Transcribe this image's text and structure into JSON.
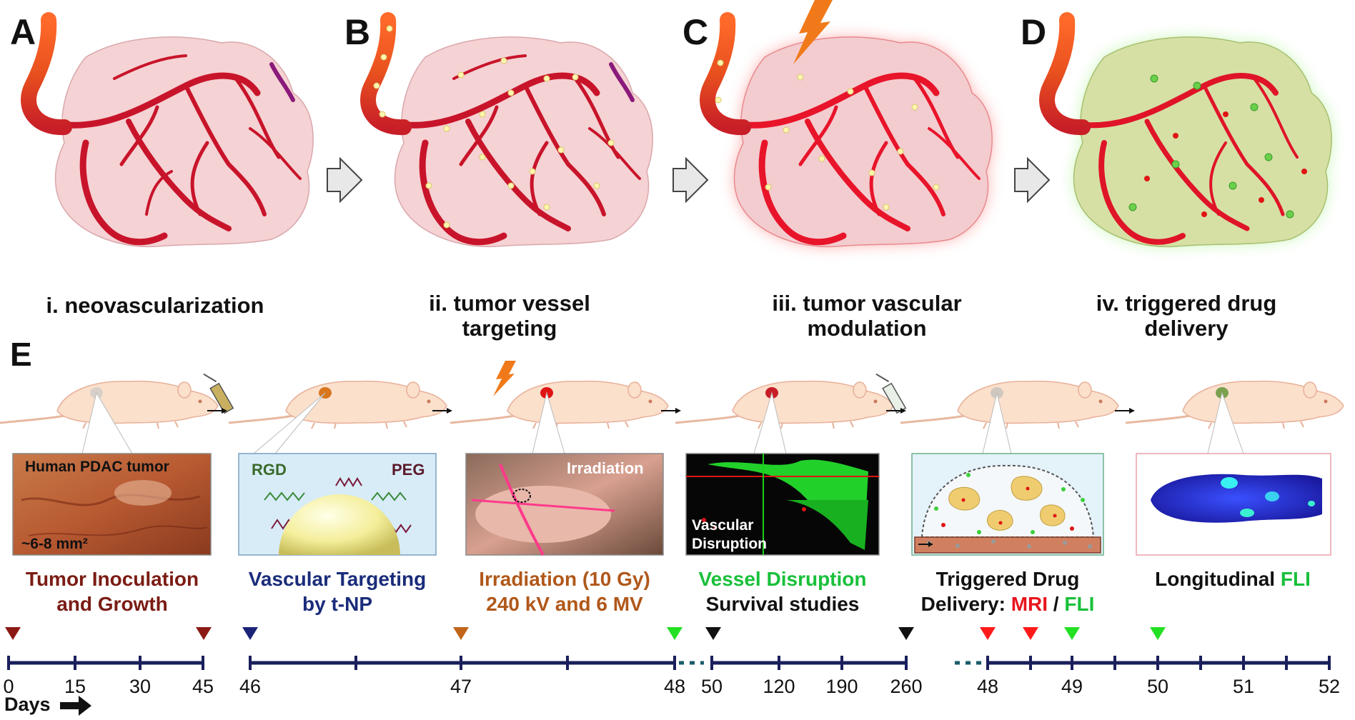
{
  "panels": [
    {
      "letter": "A",
      "caption_lines": [
        "i. neovascularization"
      ],
      "tint": "#f5d2d4",
      "vessel": "#d2142d",
      "glow": ""
    },
    {
      "letter": "B",
      "caption_lines": [
        "ii. tumor vessel",
        "targeting"
      ],
      "tint": "#f5d2d4",
      "vessel": "#d2142d",
      "glow": ""
    },
    {
      "letter": "C",
      "caption_lines": [
        "iii. tumor vascular",
        "modulation"
      ],
      "tint": "#f3cccf",
      "vessel": "#e8142a",
      "glow": "#ff5a5a"
    },
    {
      "letter": "D",
      "caption_lines": [
        "iv. triggered drug",
        "delivery"
      ],
      "tint": "#d6e0a5",
      "vessel": "#e01428",
      "glow": "#8fe06a"
    }
  ],
  "section_e": {
    "letter": "E"
  },
  "stages": [
    {
      "id": "inoculation",
      "inset_labels": [
        "Human PDAC tumor",
        "~6-8 mm²"
      ],
      "caption_lines": [
        {
          "parts": [
            {
              "text": "Tumor Inoculation",
              "color": "#7a1c14"
            }
          ]
        },
        {
          "parts": [
            {
              "text": "and Growth",
              "color": "#7a1c14"
            }
          ]
        }
      ]
    },
    {
      "id": "targeting",
      "inset_labels": [
        "RGD",
        "PEG"
      ],
      "caption_lines": [
        {
          "parts": [
            {
              "text": "Vascular Targeting",
              "color": "#1a2c7a"
            }
          ]
        },
        {
          "parts": [
            {
              "text": "by t-NP",
              "color": "#1a2c7a"
            }
          ]
        }
      ]
    },
    {
      "id": "irradiation",
      "inset_labels": [
        "Irradiation"
      ],
      "caption_lines": [
        {
          "parts": [
            {
              "text": "Irradiation (10 Gy)",
              "color": "#b0581a"
            }
          ]
        },
        {
          "parts": [
            {
              "text": "240 kV and 6 MV",
              "color": "#b0581a"
            }
          ]
        }
      ]
    },
    {
      "id": "disruption",
      "inset_labels": [
        "Vascular",
        "Disruption"
      ],
      "caption_lines": [
        {
          "parts": [
            {
              "text": "Vessel Disruption",
              "color": "#18c03a"
            }
          ]
        },
        {
          "parts": [
            {
              "text": "Survival studies",
              "color": "#111111"
            }
          ]
        }
      ]
    },
    {
      "id": "delivery",
      "inset_labels": [],
      "caption_lines": [
        {
          "parts": [
            {
              "text": "Triggered Drug",
              "color": "#111111"
            }
          ]
        },
        {
          "parts": [
            {
              "text": "Delivery: ",
              "color": "#111111"
            },
            {
              "text": "MRI",
              "color": "#e8141e"
            },
            {
              "text": " / ",
              "color": "#111111"
            },
            {
              "text": "FLI",
              "color": "#18c03a"
            }
          ]
        }
      ]
    },
    {
      "id": "longitudinal",
      "inset_labels": [],
      "caption_lines": [
        {
          "parts": [
            {
              "text": "Longitudinal ",
              "color": "#111111"
            },
            {
              "text": "FLI",
              "color": "#18c03a"
            }
          ]
        }
      ]
    }
  ],
  "timeline": {
    "days_label": "Days",
    "line_color": "#1a1f5c",
    "segments": [
      {
        "labels": [
          "0",
          "15",
          "30",
          "45"
        ],
        "markers": [
          {
            "at": "0",
            "color": "#8b1a14"
          },
          {
            "at": "45",
            "color": "#8b1a14"
          }
        ]
      },
      {
        "labels": [
          "46",
          "47",
          "48"
        ],
        "markers": [
          {
            "at": "46",
            "color": "#1a2378"
          },
          {
            "at": "47",
            "color": "#c0651a"
          },
          {
            "at": "48",
            "color": "#22e022"
          }
        ]
      },
      {
        "labels": [
          "50",
          "120",
          "190",
          "260"
        ],
        "markers": [
          {
            "at": "50",
            "color": "#111111"
          },
          {
            "at": "260",
            "color": "#111111"
          }
        ]
      },
      {
        "labels": [
          "48",
          "49",
          "50",
          "51",
          "52"
        ],
        "markers": [
          {
            "at": "48",
            "color": "#ff1a1a"
          },
          {
            "at": "48.5",
            "color": "#ff1a1a"
          },
          {
            "at": "49",
            "color": "#22e022"
          },
          {
            "at": "50",
            "color": "#22e022"
          }
        ]
      }
    ]
  }
}
